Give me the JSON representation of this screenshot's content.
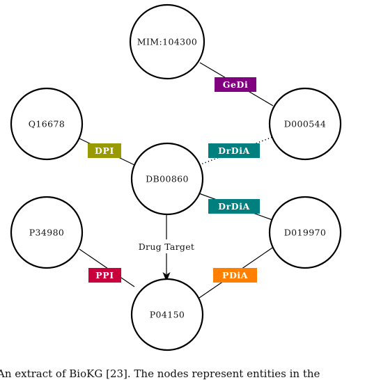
{
  "nodes": {
    "mim": "MIM:104300",
    "q16678": "Q16678",
    "d000544": "D000544",
    "db00860": "DB00860",
    "p34980": "P34980",
    "d019970": "D019970",
    "p04150": "P04150"
  },
  "edges": {
    "gedi": {
      "label": "GeDi",
      "color": "#800080"
    },
    "dpi": {
      "label": "DPI",
      "color": "#999900"
    },
    "drdia_top": {
      "label": "DrDiA",
      "color": "#007f7f"
    },
    "drdia_bottom": {
      "label": "DrDiA",
      "color": "#007f7f"
    },
    "ppi": {
      "label": "PPI",
      "color": "#c8003c"
    },
    "pdia": {
      "label": "PDiA",
      "color": "#ff8000"
    },
    "drug_target": {
      "label": "Drug Target"
    }
  },
  "caption": "An extract of BioKG [23]. The nodes represent entities in the"
}
